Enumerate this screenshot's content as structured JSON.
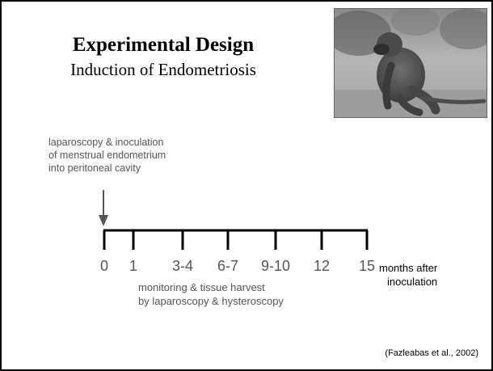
{
  "slide": {
    "title": "Experimental Design",
    "subtitle": "Induction of Endometriosis",
    "citation": "(Fazleabas et al., 2002)"
  },
  "photo": {
    "subject": "baboon photograph (grayscale)"
  },
  "diagram": {
    "inoculation_label": [
      "laparoscopy & inoculation",
      "of menstrual endometrium",
      "into peritoneal cavity"
    ],
    "ticks": [
      "0",
      "1",
      "3-4",
      "6-7",
      "9-10",
      "12",
      "15"
    ],
    "unit_label": [
      "months after",
      "inoculation"
    ],
    "monitoring_label": [
      "monitoring & tissue harvest",
      "by laparoscopy & hysteroscopy"
    ],
    "colors": {
      "timeline": "#000000",
      "arrow": "#555555",
      "label_gray": "#555555"
    }
  }
}
